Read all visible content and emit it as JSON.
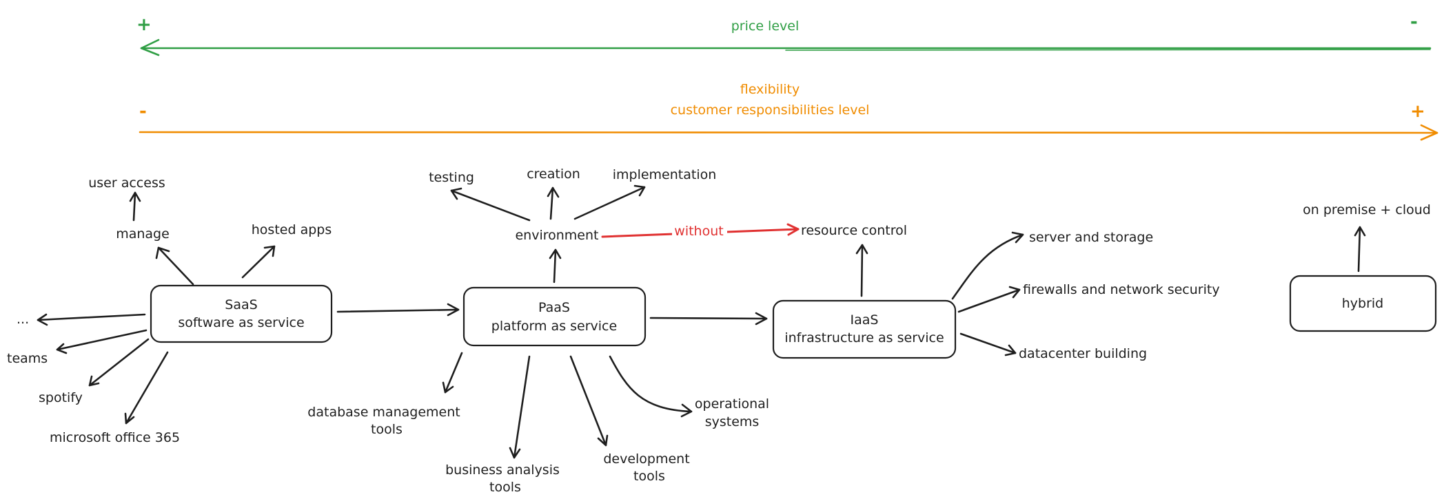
{
  "colors": {
    "ink": "#1e1e1e",
    "price_level": "#2f9e44",
    "flexibility": "#f08c00",
    "without": "#e03131"
  },
  "scales": {
    "price_level": {
      "label": "price level",
      "left_sign": "+",
      "right_sign": "-"
    },
    "flexibility": {
      "label_line1": "flexibility",
      "label_line2": "customer responsibilities level",
      "left_sign": "-",
      "right_sign": "+"
    }
  },
  "nodes": {
    "saas": {
      "line1": "SaaS",
      "line2": "software as service"
    },
    "paas": {
      "line1": "PaaS",
      "line2": "platform as service"
    },
    "iaas": {
      "line1": "IaaS",
      "line2": "infrastructure as service"
    },
    "hybrid": {
      "label": "hybrid"
    }
  },
  "saas_labels": {
    "user_access": "user access",
    "manage": "manage",
    "hosted_apps": "hosted apps",
    "ellipsis": "...",
    "teams": "teams",
    "spotify": "spotify",
    "office": "microsoft office 365"
  },
  "paas_labels": {
    "testing": "testing",
    "creation": "creation",
    "implementation": "implementation",
    "environment": "environment",
    "without": "without",
    "resource_control": "resource control",
    "db_tools_line1": "database management",
    "db_tools_line2": "tools",
    "business_line1": "business analysis",
    "business_line2": "tools",
    "dev_line1": "development",
    "dev_line2": "tools",
    "os_line1": "operational",
    "os_line2": "systems"
  },
  "iaas_labels": {
    "server_storage": "server and storage",
    "firewalls": "firewalls and network security",
    "datacenter": "datacenter building"
  },
  "hybrid_labels": {
    "on_premise": "on premise + cloud"
  }
}
